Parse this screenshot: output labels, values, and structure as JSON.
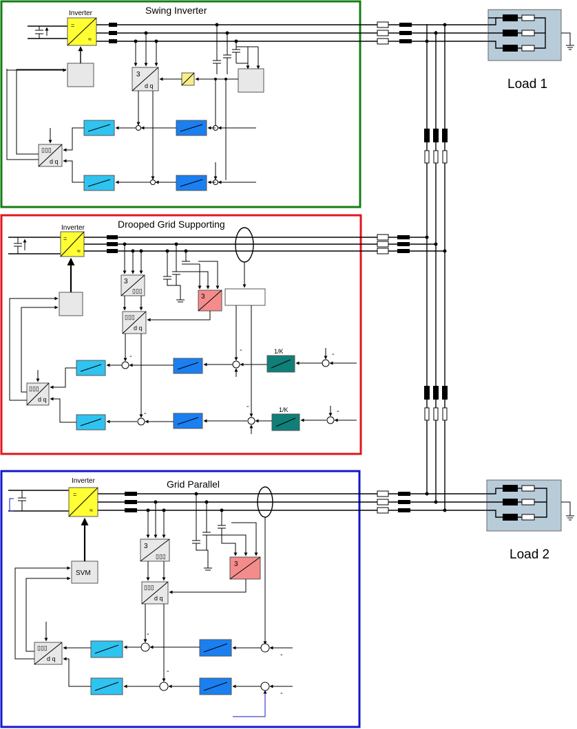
{
  "colors": {
    "swing_frame": "#147d14",
    "droop_frame": "#e0161d",
    "parallel_frame": "#1616c8",
    "inverter_fill": "#ffff33",
    "light_block": "#2fc3f0",
    "mid_block": "#1a7ff0",
    "teal_block": "#0f7f78",
    "pink_block": "#f48c8c",
    "gray_block": "#e8e8e8",
    "load_fill": "#b8cbd9"
  },
  "sections": {
    "swing": {
      "title": "Swing Inverter",
      "inverter_label": "Inverter"
    },
    "droop": {
      "title": "Drooped Grid Supporting",
      "inverter_label": "Inverter",
      "gain_label_top": "1/K",
      "gain_label_bottom": "1/K"
    },
    "parallel": {
      "title": "Grid Parallel",
      "inverter_label": "Inverter",
      "svm_label": "SVM"
    }
  },
  "loads": {
    "load1": "Load 1",
    "load2": "Load 2"
  },
  "symbols": {
    "dc": "=",
    "ac": "≈",
    "three": "3",
    "dq": "d q",
    "abc": "▯▯▯",
    "minus": "-"
  }
}
